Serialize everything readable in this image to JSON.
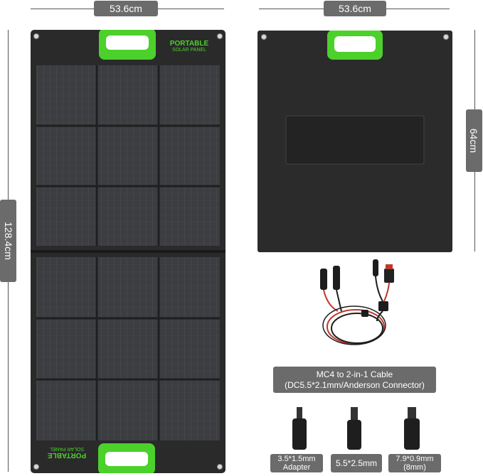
{
  "dimensions": {
    "front_width": "53.6cm",
    "back_width": "53.6cm",
    "front_height": "128.4cm",
    "back_height": "64cm"
  },
  "branding": {
    "line1": "PORTABLE",
    "line2": "SOLAR PANEL"
  },
  "cable": {
    "line1": "MC4 to 2-in-1 Cable",
    "line2": "(DC5.5*2.1mm/Anderson Connector)"
  },
  "adapters": [
    {
      "line1": "3.5*1.5mm",
      "line2": "Adapter"
    },
    {
      "line1": "5.5*2.5mm",
      "line2": ""
    },
    {
      "line1": "7.9*0.9mm",
      "line2": "(8mm)"
    }
  ],
  "colors": {
    "accent_green": "#4cd02b",
    "panel_body": "#2a2a2b",
    "label_gray": "#6b6b6b"
  }
}
